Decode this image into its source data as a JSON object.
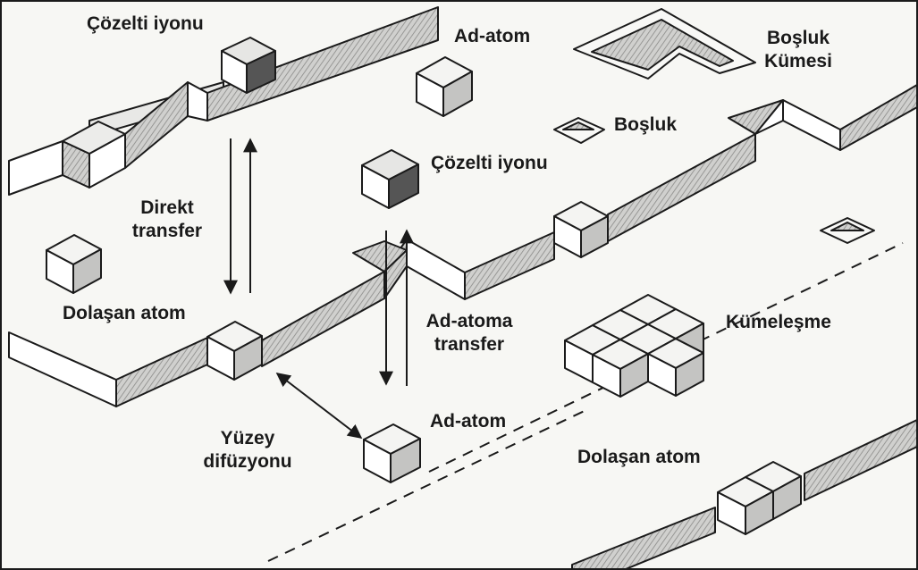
{
  "labels": {
    "cozelti_iyonu_1": "Çözelti iyonu",
    "ad_atom_1": "Ad-atom",
    "bosluk_kumesi": "Boşluk\nKümesi",
    "bosluk": "Boşluk",
    "cozelti_iyonu_2": "Çözelti iyonu",
    "direkt_transfer": "Direkt\ntransfer",
    "dolasan_atom_1": "Dolaşan atom",
    "ad_atoma_transfer": "Ad-atoma\ntransfer",
    "kumelesme": "Kümeleşme",
    "ad_atom_2": "Ad-atom",
    "yuzey_difuzyonu": "Yüzey\ndifüzyonu",
    "dolasan_atom_2": "Dolaşan atom"
  },
  "colors": {
    "background": "#f7f7f4",
    "line": "#1a1a1a",
    "top_face": "#f4f4f2",
    "left_face": "#ffffff",
    "right_face": "#c4c4c2",
    "dark_face": "#555555",
    "shadow": "#e3e3e0"
  }
}
